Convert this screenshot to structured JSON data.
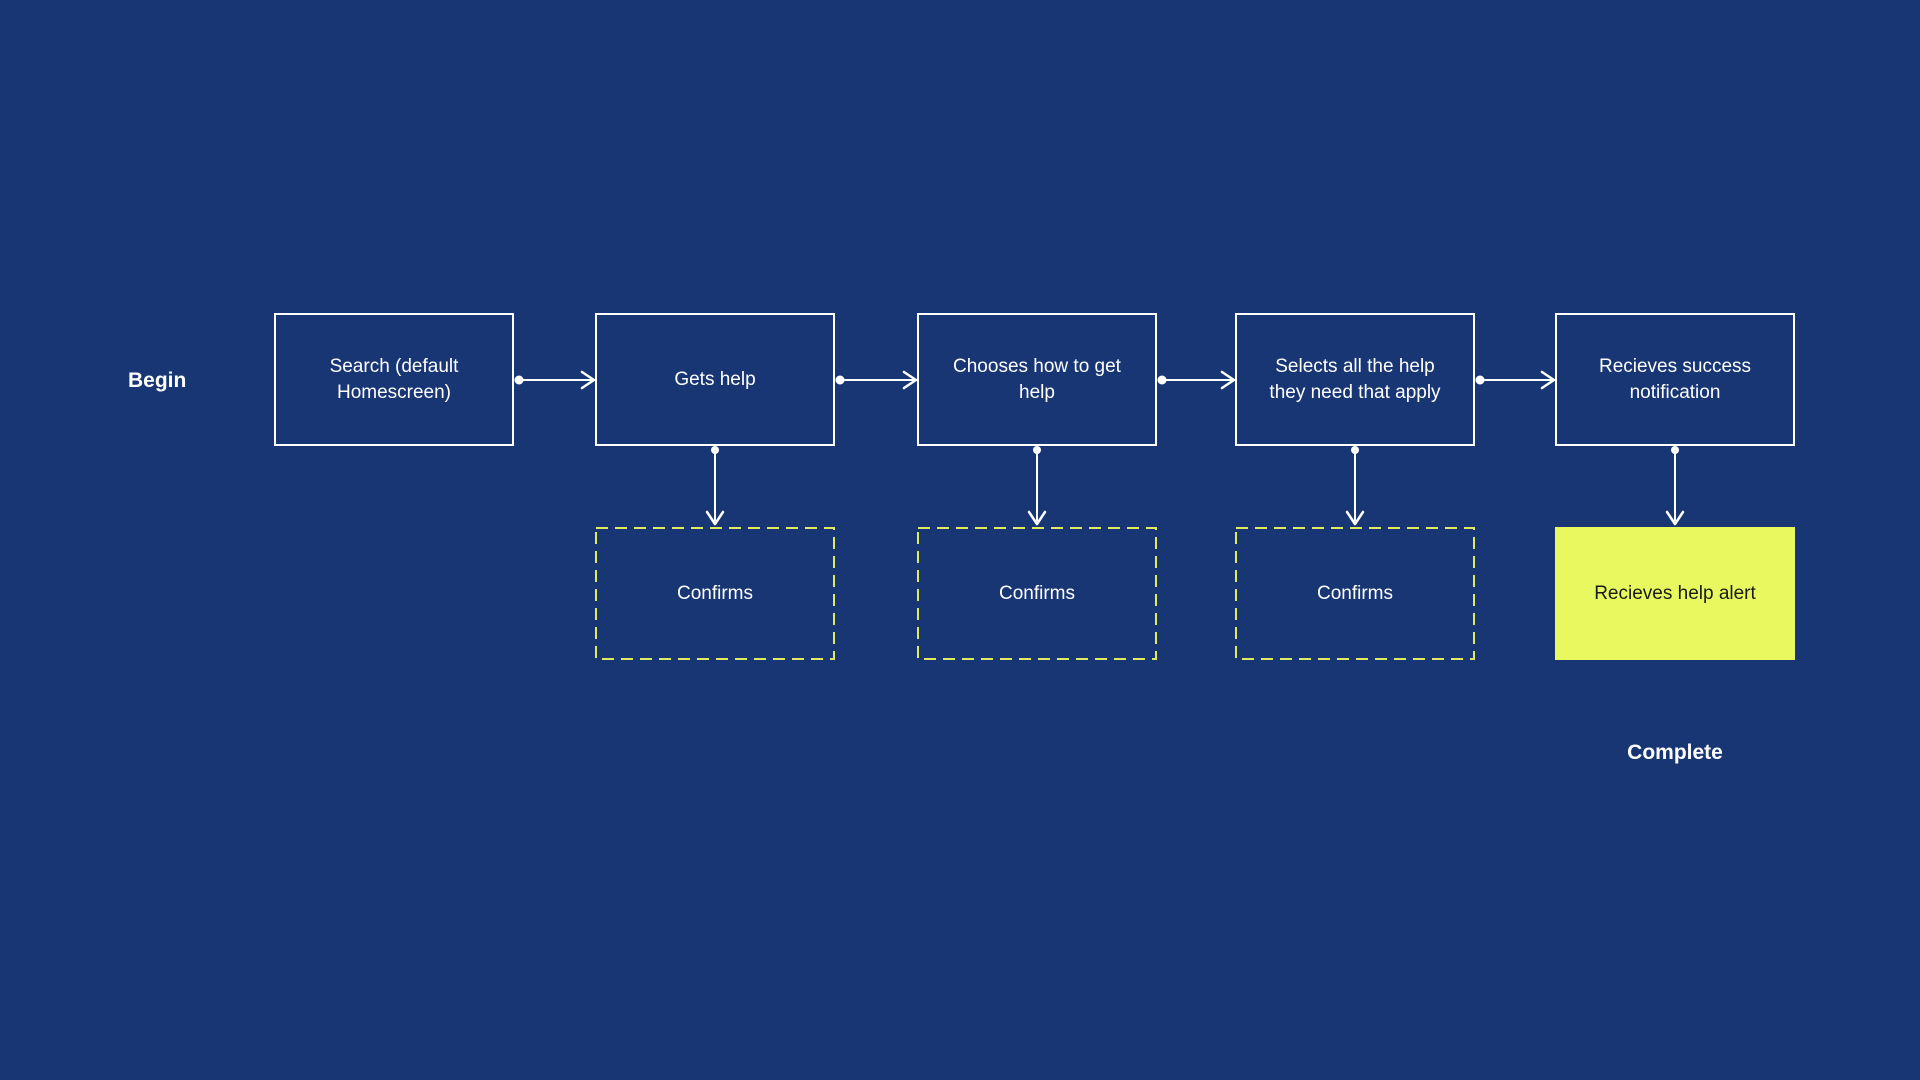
{
  "colors": {
    "background": "#183674",
    "node-border": "#ffffff",
    "node-text": "#ffffff",
    "connector": "#ffffff",
    "dash-border": "#dfeb5e",
    "highlight-bg": "#e7f95e",
    "highlight-text": "#1a1a1a",
    "label-text": "#ffffff"
  },
  "labels": {
    "begin": "Begin",
    "complete": "Complete"
  },
  "flow": {
    "steps": [
      {
        "label": "Search (default Homescreen)"
      },
      {
        "label": "Gets help"
      },
      {
        "label": "Chooses how to get help"
      },
      {
        "label": "Selects all the help they need that apply"
      },
      {
        "label": "Recieves success notification"
      }
    ],
    "confirm_steps": [
      {
        "label": "Confirms"
      },
      {
        "label": "Confirms"
      },
      {
        "label": "Confirms"
      }
    ],
    "final_step": {
      "label": "Recieves help alert"
    }
  }
}
